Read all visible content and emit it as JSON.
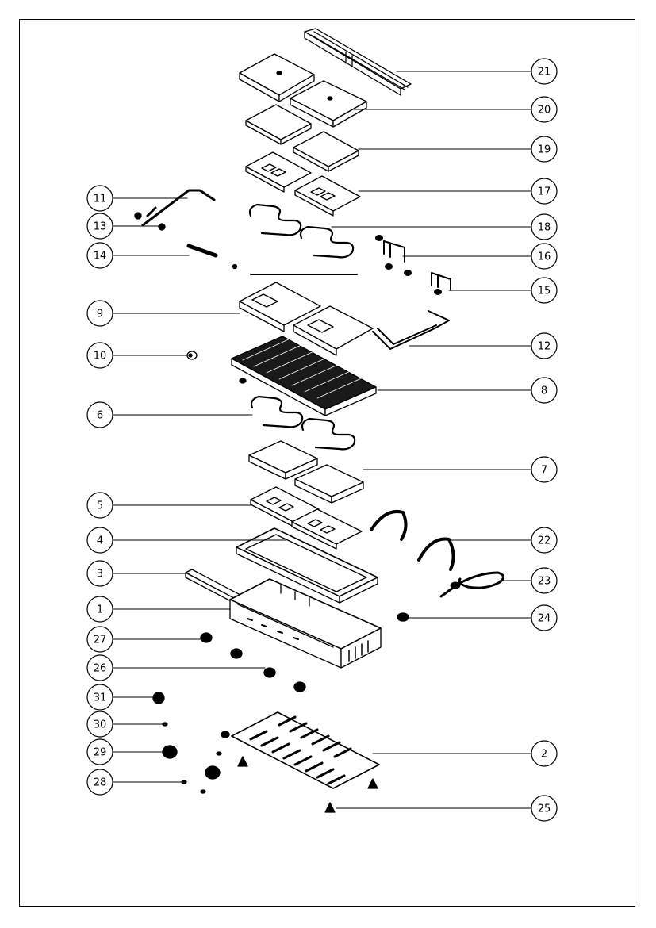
{
  "colors": {
    "ink": "#000000",
    "paper": "#ffffff",
    "fill_dark": "#1a1a1a",
    "fill_light": "#ffffff"
  },
  "callouts": [
    {
      "id": "c21",
      "label": "21"
    },
    {
      "id": "c20",
      "label": "20"
    },
    {
      "id": "c19",
      "label": "19"
    },
    {
      "id": "c17",
      "label": "17"
    },
    {
      "id": "c18",
      "label": "18"
    },
    {
      "id": "c16",
      "label": "16"
    },
    {
      "id": "c15",
      "label": "15"
    },
    {
      "id": "c12",
      "label": "12"
    },
    {
      "id": "c8",
      "label": "8"
    },
    {
      "id": "c7",
      "label": "7"
    },
    {
      "id": "c22",
      "label": "22"
    },
    {
      "id": "c23",
      "label": "23"
    },
    {
      "id": "c24",
      "label": "24"
    },
    {
      "id": "c2",
      "label": "2"
    },
    {
      "id": "c25",
      "label": "25"
    },
    {
      "id": "c11",
      "label": "11"
    },
    {
      "id": "c13",
      "label": "13"
    },
    {
      "id": "c14",
      "label": "14"
    },
    {
      "id": "c9",
      "label": "9"
    },
    {
      "id": "c10",
      "label": "10"
    },
    {
      "id": "c6",
      "label": "6"
    },
    {
      "id": "c5",
      "label": "5"
    },
    {
      "id": "c4",
      "label": "4"
    },
    {
      "id": "c3",
      "label": "3"
    },
    {
      "id": "c1",
      "label": "1"
    },
    {
      "id": "c27",
      "label": "27"
    },
    {
      "id": "c26",
      "label": "26"
    },
    {
      "id": "c31",
      "label": "31"
    },
    {
      "id": "c30",
      "label": "30"
    },
    {
      "id": "c29",
      "label": "29"
    },
    {
      "id": "c28",
      "label": "28"
    }
  ]
}
